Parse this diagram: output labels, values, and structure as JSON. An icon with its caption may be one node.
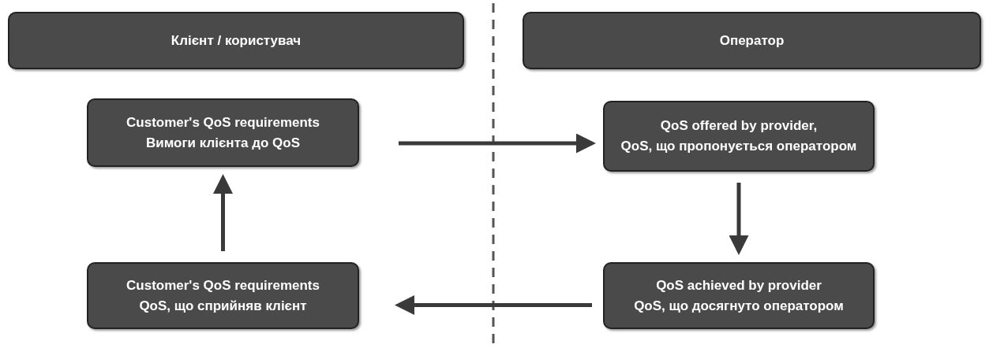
{
  "diagram": {
    "nodes": [
      {
        "text": [
          "Клієнт / користувач"
        ]
      },
      {
        "text": [
          "Оператор"
        ]
      },
      {
        "text": [
          "Customer's QoS requirements",
          "Вимоги клієнта до QoS"
        ]
      },
      {
        "text": [
          "QoS offered by provider,",
          "QoS, що пропонується оператором"
        ]
      },
      {
        "text": [
          "Customer's QoS requirements",
          "QoS, що сприйняв клієнт"
        ]
      },
      {
        "text": [
          "QoS achieved by provider",
          "QoS, що досягнуто оператором"
        ]
      }
    ],
    "edges": [
      {
        "from": 2,
        "to": 3,
        "arrow": "to"
      },
      {
        "from": 3,
        "to": 5,
        "arrow": "to"
      },
      {
        "from": 5,
        "to": 4,
        "arrow": "to"
      },
      {
        "from": 4,
        "to": 2,
        "arrow": "to"
      }
    ]
  }
}
